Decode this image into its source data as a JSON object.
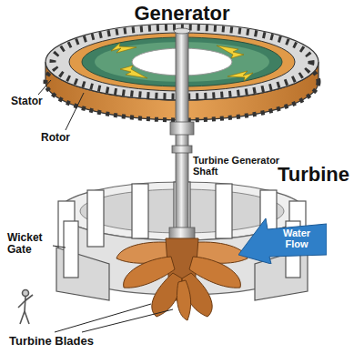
{
  "diagram": {
    "nodes": [
      {
        "text": [
          "Water Flow"
        ]
      }
    ],
    "labels": [
      "Generator",
      "Stator",
      "Rotor",
      "Turbine Generator Shaft",
      "Turbine",
      "Wicket Gate",
      "Turbine Blades"
    ]
  }
}
